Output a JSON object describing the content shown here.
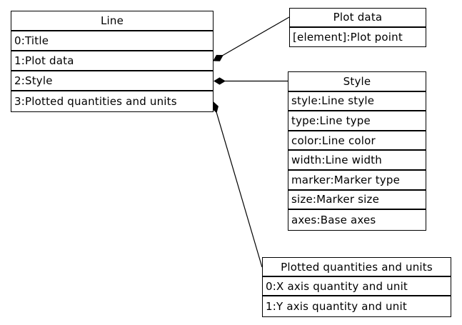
{
  "diagram": {
    "colors": {
      "background": "#ffffff",
      "border": "#000000",
      "text": "#000000",
      "diamond_fill": "#000000"
    },
    "boxes": {
      "line": {
        "title": "Line",
        "rows": [
          "0:Title",
          "1:Plot data",
          "2:Style",
          "3:Plotted quantities and units"
        ]
      },
      "plot_data": {
        "title": "Plot data",
        "rows": [
          "[element]:Plot point"
        ]
      },
      "style": {
        "title": "Style",
        "rows": [
          "style:Line style",
          "type:Line type",
          "color:Line color",
          "width:Line width",
          "marker:Marker type",
          "size:Marker size",
          "axes:Base axes"
        ]
      },
      "plotted_quantities": {
        "title": "Plotted quantities and units",
        "rows": [
          "0:X axis quantity and unit",
          "1:Y axis quantity and unit"
        ]
      }
    },
    "connections": [
      {
        "from": "Line / 1:Plot data",
        "to": "Plot data",
        "style": "filled-diamond-composition"
      },
      {
        "from": "Line / 2:Style",
        "to": "Style",
        "style": "filled-diamond-composition"
      },
      {
        "from": "Line / 3:Plotted quantities and units",
        "to": "Plotted quantities and units",
        "style": "filled-diamond-composition"
      }
    ]
  }
}
